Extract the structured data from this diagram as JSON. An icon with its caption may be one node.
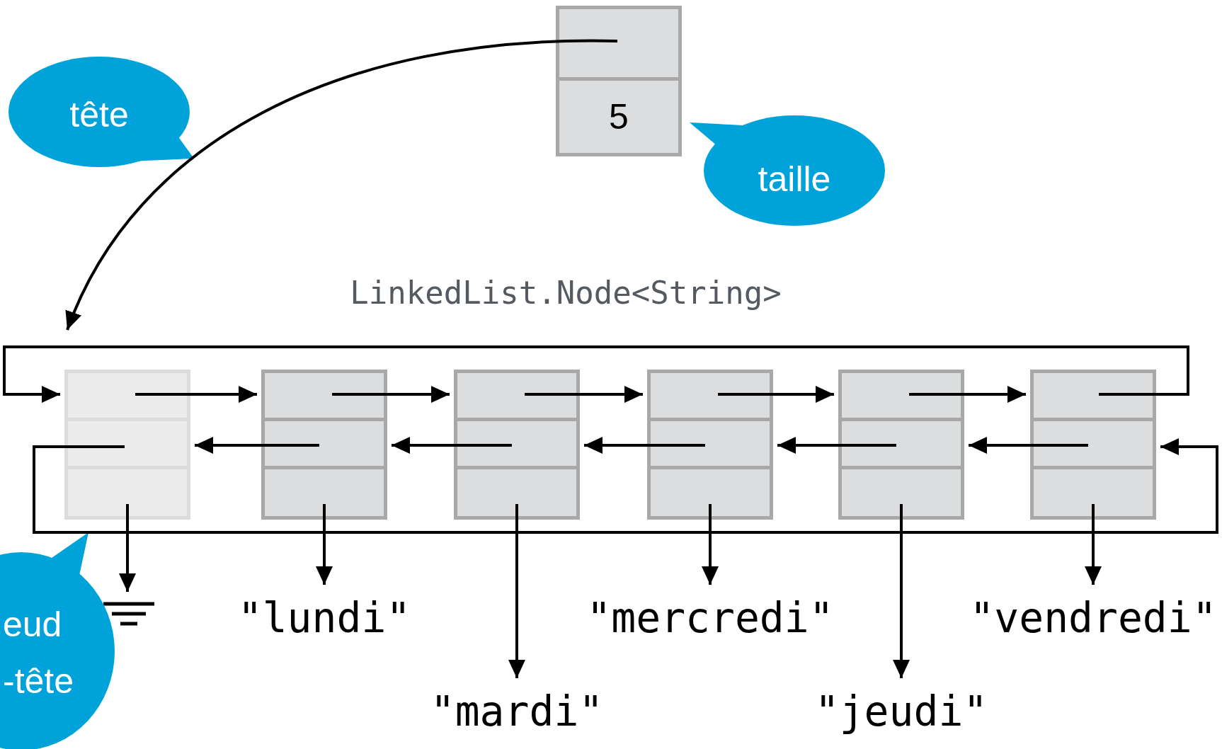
{
  "diagram": {
    "nodes": [
      {
        "text": [
          "5"
        ]
      },
      {
        "text": [
          "tête"
        ]
      },
      {
        "text": [
          "taille"
        ]
      },
      {
        "text": [],
        "shape": "box"
      },
      {
        "text": [],
        "shape": "box"
      },
      {
        "text": [],
        "shape": "box"
      },
      {
        "text": [],
        "shape": "box"
      },
      {
        "text": [],
        "shape": "box"
      },
      {
        "text": [],
        "shape": "box"
      },
      {
        "text": [],
        "shape": "ground"
      },
      {
        "text": [
          "\"lundi\""
        ]
      },
      {
        "text": [
          "\"mardi\""
        ]
      },
      {
        "text": [
          "\"mercredi\""
        ]
      },
      {
        "text": [
          "\"jeudi\""
        ]
      },
      {
        "text": [
          "\"vendredi\""
        ]
      },
      {
        "text": [
          "eud -tête"
        ]
      }
    ],
    "edges": [
      {
        "from": 0,
        "to": 3,
        "arrow": "to"
      },
      {
        "from": 3,
        "to": 4,
        "arrow": "to"
      },
      {
        "from": 4,
        "to": 5,
        "arrow": "to"
      },
      {
        "from": 5,
        "to": 6,
        "arrow": "to"
      },
      {
        "from": 6,
        "to": 7,
        "arrow": "to"
      },
      {
        "from": 7,
        "to": 8,
        "arrow": "to"
      },
      {
        "from": 8,
        "to": 3,
        "arrow": "to"
      },
      {
        "from": 4,
        "to": 3,
        "arrow": "to"
      },
      {
        "from": 5,
        "to": 4,
        "arrow": "to"
      },
      {
        "from": 6,
        "to": 5,
        "arrow": "to"
      },
      {
        "from": 7,
        "to": 6,
        "arrow": "to"
      },
      {
        "from": 8,
        "to": 7,
        "arrow": "to"
      },
      {
        "from": 3,
        "to": 8,
        "arrow": "to"
      },
      {
        "from": 3,
        "to": 9,
        "arrow": "to"
      },
      {
        "from": 4,
        "to": 10,
        "arrow": "to"
      },
      {
        "from": 5,
        "to": 11,
        "arrow": "to"
      },
      {
        "from": 6,
        "to": 12,
        "arrow": "to"
      },
      {
        "from": 7,
        "to": 13,
        "arrow": "to"
      },
      {
        "from": 8,
        "to": 14,
        "arrow": "to"
      }
    ],
    "labels": [
      "LinkedList.Node<String>"
    ]
  }
}
